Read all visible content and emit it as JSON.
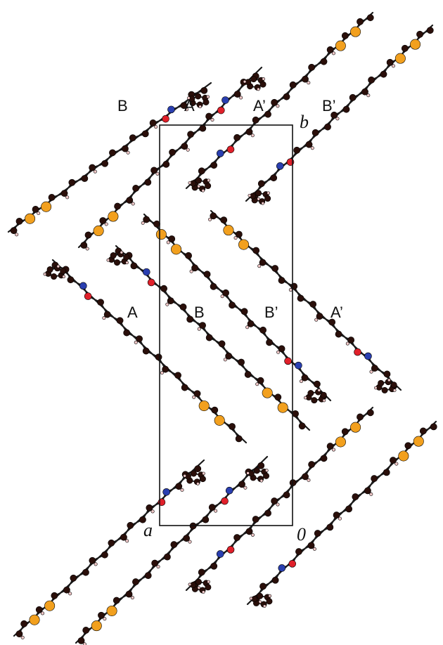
{
  "labels": {
    "top_b": "B",
    "top_a": "A",
    "top_a_prime": "A’",
    "top_b_prime": "B’",
    "mid_a": "A",
    "mid_b": "B",
    "mid_b_prime": "B’",
    "mid_a_prime": "A’"
  },
  "axes": {
    "b": "b",
    "a": "a",
    "origin": "0"
  },
  "colors": {
    "carbon": "#2a0f0a",
    "sulfur": "#f2a01e",
    "oxygen": "#e0202a",
    "nitrogen": "#2a3fb0",
    "hydrogen": "#f0c8c8",
    "bond": "#1a1a1a",
    "cell": "#111111"
  }
}
